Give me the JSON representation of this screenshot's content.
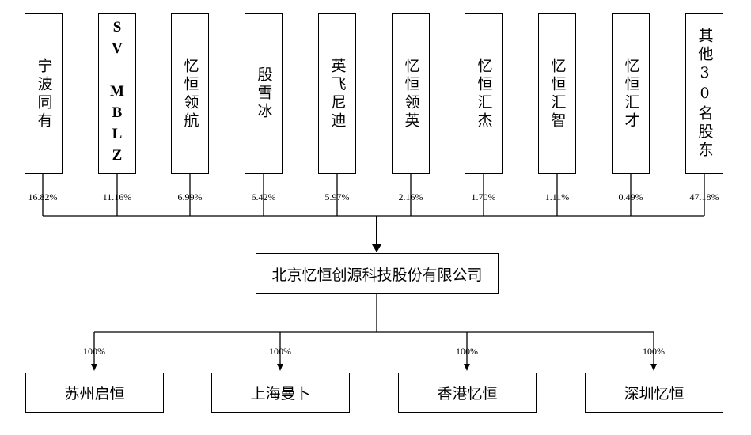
{
  "shareholders": [
    {
      "name": "宁波同有",
      "pct": "16.82%"
    },
    {
      "name": "SV MBLZ",
      "pct": "11.16%"
    },
    {
      "name": "忆恒领航",
      "pct": "6.99%"
    },
    {
      "name": "殷雪冰",
      "pct": "6.42%"
    },
    {
      "name": "英飞尼迪",
      "pct": "5.97%"
    },
    {
      "name": "忆恒领英",
      "pct": "2.16%"
    },
    {
      "name": "忆恒汇杰",
      "pct": "1.70%"
    },
    {
      "name": "忆恒汇智",
      "pct": "1.11%"
    },
    {
      "name": "忆恒汇才",
      "pct": "0.49%"
    },
    {
      "name": "其他30名股东",
      "pct": "47.18%"
    }
  ],
  "company": {
    "name": "北京忆恒创源科技股份有限公司"
  },
  "subsidiaries": [
    {
      "name": "苏州启恒",
      "pct": "100%"
    },
    {
      "name": "上海曼卜",
      "pct": "100%"
    },
    {
      "name": "香港忆恒",
      "pct": "100%"
    },
    {
      "name": "深圳忆恒",
      "pct": "100%"
    }
  ]
}
